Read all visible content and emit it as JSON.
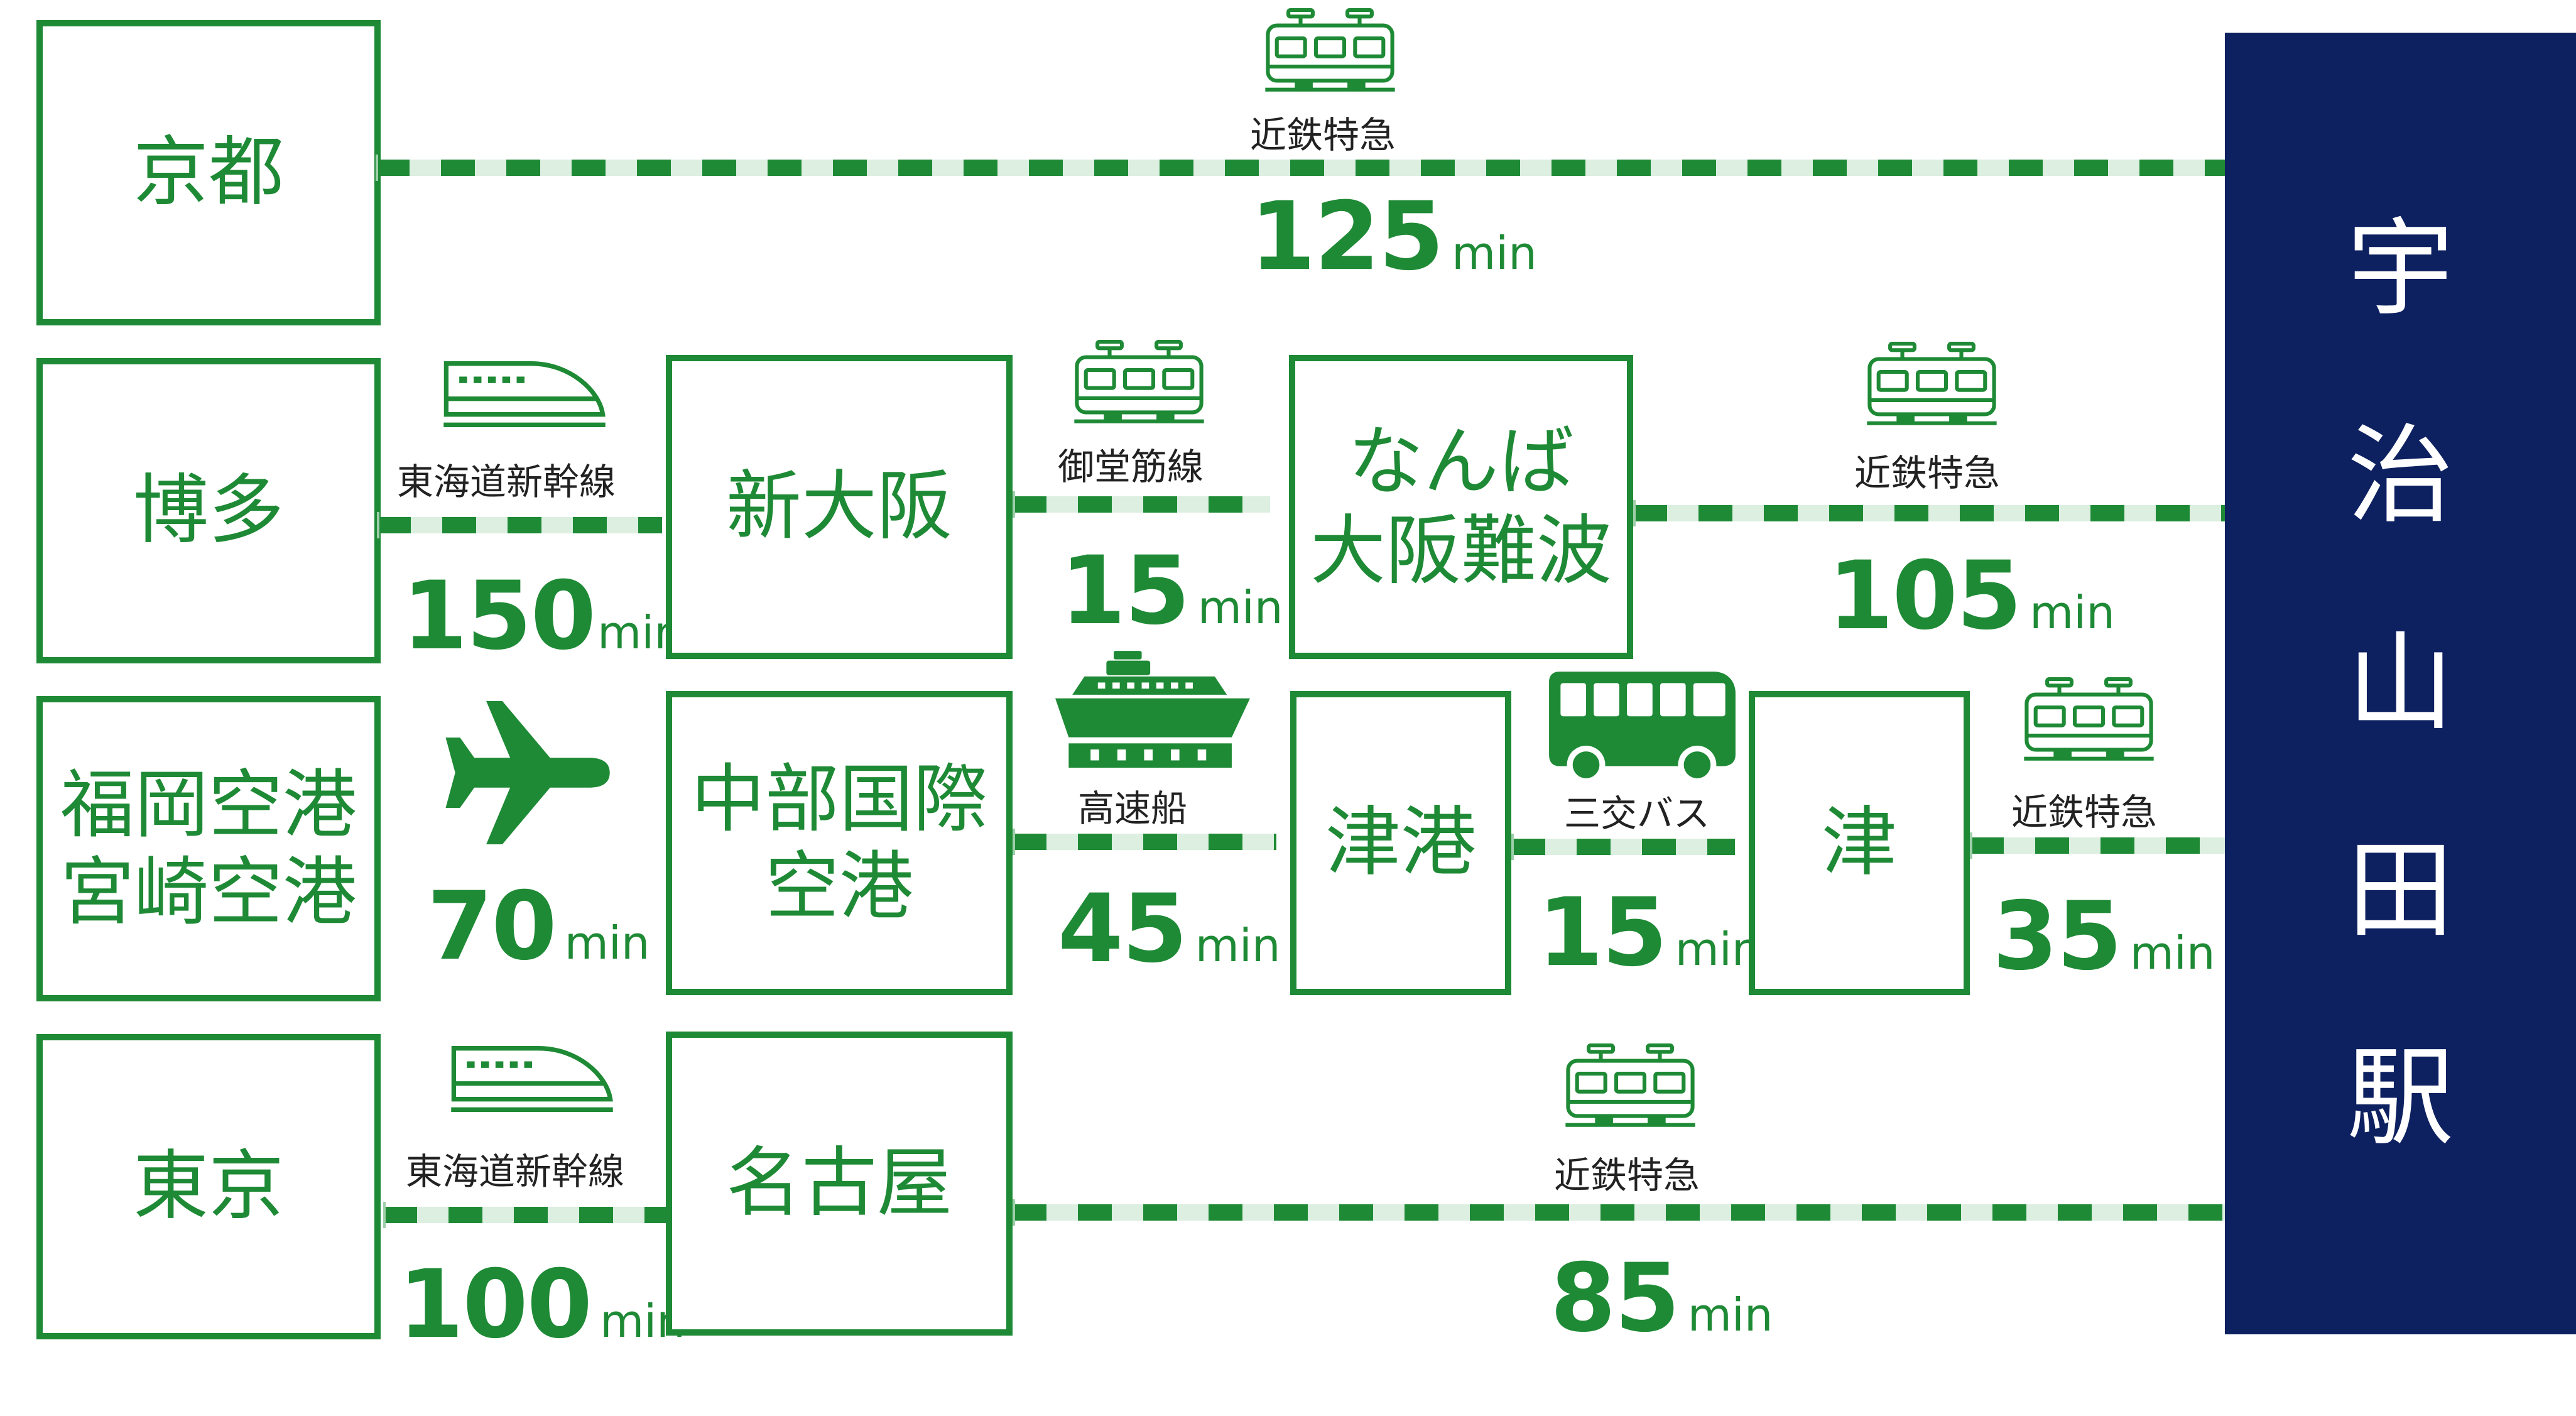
{
  "destination": {
    "chars": [
      "宇",
      "治",
      "山",
      "田",
      "駅"
    ]
  },
  "places": {
    "kyoto": [
      "京都"
    ],
    "hakata": [
      "博多"
    ],
    "shin_osaka": [
      "新大阪"
    ],
    "namba": [
      "なんば",
      "大阪難波"
    ],
    "fukuoka_miyazaki": [
      "福岡空港",
      "宮崎空港"
    ],
    "chubu": [
      "中部国際",
      "空港"
    ],
    "tsu_port": [
      "津港"
    ],
    "tsu": [
      "津"
    ],
    "tokyo": [
      "東京"
    ],
    "nagoya": [
      "名古屋"
    ]
  },
  "routes": {
    "kyoto_kintetsu": {
      "label": "近鉄特急",
      "time": "125",
      "unit": "min"
    },
    "hakata_shinkansen": {
      "label": "東海道新幹線",
      "time": "150",
      "unit": "min"
    },
    "midosuji": {
      "label": "御堂筋線",
      "time": "15",
      "unit": "min"
    },
    "namba_kintetsu": {
      "label": "近鉄特急",
      "time": "105",
      "unit": "min"
    },
    "flight": {
      "time": "70",
      "unit": "min"
    },
    "ferry": {
      "label": "高速船",
      "time": "45",
      "unit": "min"
    },
    "bus": {
      "label": "三交バス",
      "time": "15",
      "unit": "min"
    },
    "tsu_kintetsu": {
      "label": "近鉄特急",
      "time": "35",
      "unit": "min"
    },
    "tokyo_shinkansen": {
      "label": "東海道新幹線",
      "time": "100",
      "unit": "min"
    },
    "nagoya_kintetsu": {
      "label": "近鉄特急",
      "time": "85",
      "unit": "min"
    }
  },
  "colors": {
    "green": "#1e8a35",
    "navy": "#0d2060",
    "rail_light": "#dcefe0"
  },
  "icons": [
    "train-icon",
    "bullet-train-icon",
    "airplane-icon",
    "ship-icon",
    "bus-icon"
  ]
}
